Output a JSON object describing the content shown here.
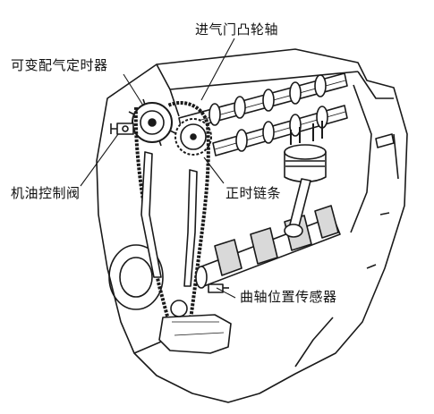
{
  "labels": {
    "intake_camshaft": "进气门凸轮轴",
    "vvt_actuator": "可变配气定时器",
    "oil_control_valve": "机油控制阀",
    "timing_chain": "正时链条",
    "crank_position_sensor": "曲轴位置传感器"
  },
  "colors": {
    "line": "#1a1a1a",
    "fill": "#ffffff",
    "shade": "#d9d9d9"
  }
}
